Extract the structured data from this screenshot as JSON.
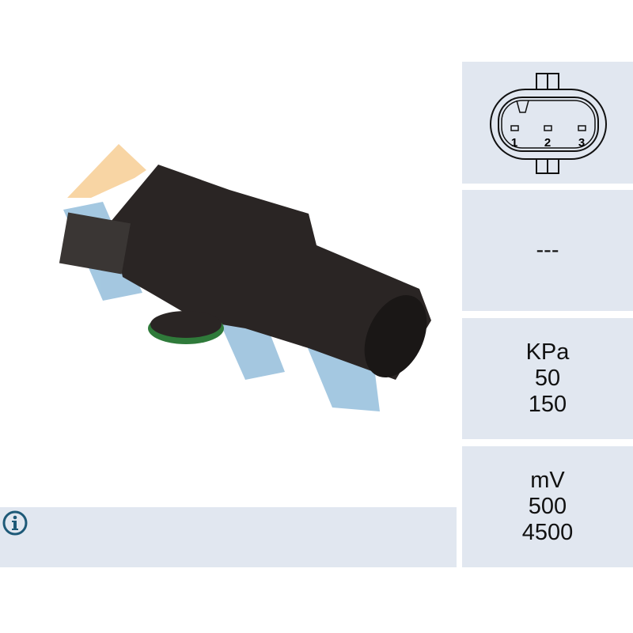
{
  "connector": {
    "pins": [
      "1",
      "2",
      "3"
    ]
  },
  "specs": {
    "connector_spec": "---",
    "pressure": {
      "unit": "KPa",
      "min": "50",
      "max": "150"
    },
    "voltage": {
      "unit": "mV",
      "min": "500",
      "max": "4500"
    }
  },
  "colors": {
    "panel": "#e1e7f0",
    "icon": "#1e5a78",
    "watermark": "#5a9ac8",
    "arrow": "#f3b35a"
  }
}
